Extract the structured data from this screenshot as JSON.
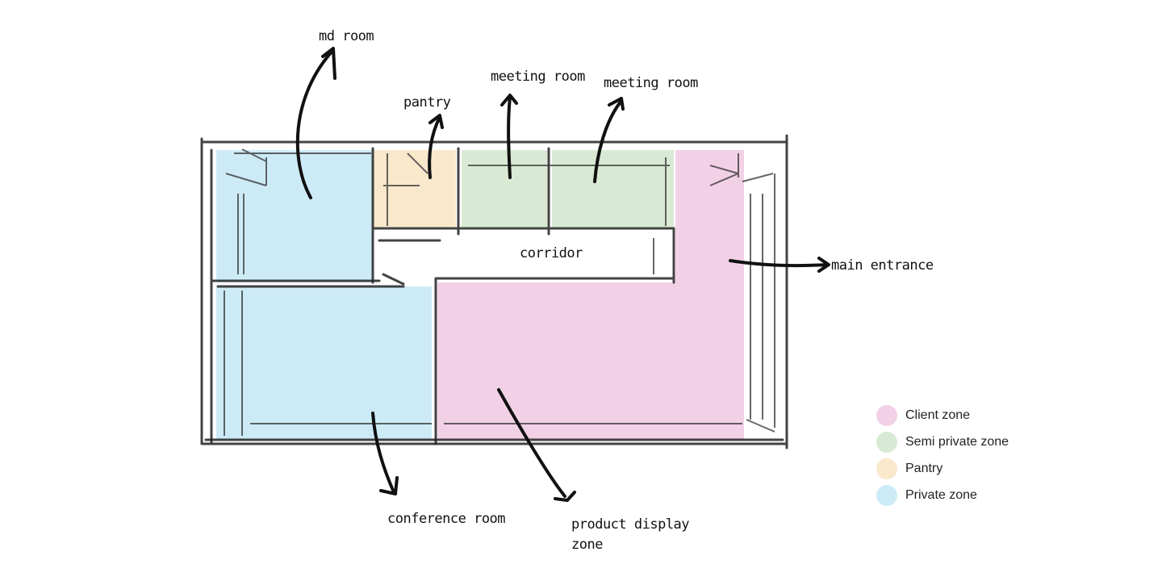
{
  "colors": {
    "client": "#f2d1e6",
    "semi_private": "#d8ead4",
    "pantry": "#f9e8cc",
    "private": "#cdebf7"
  },
  "labels": {
    "md_room": "md room",
    "pantry": "pantry",
    "meeting_room_1": "meeting room",
    "meeting_room_2": "meeting room",
    "corridor": "corridor",
    "main_entrance": "main entrance",
    "conference_room": "conference room",
    "product_display_line1": "product display",
    "product_display_line2": "zone"
  },
  "legend": [
    {
      "label": "Client zone",
      "color": "#f2d1e6"
    },
    {
      "label": "Semi private zone",
      "color": "#d8ead4"
    },
    {
      "label": "Pantry",
      "color": "#f9e8cc"
    },
    {
      "label": "Private zone",
      "color": "#cdebf7"
    }
  ]
}
